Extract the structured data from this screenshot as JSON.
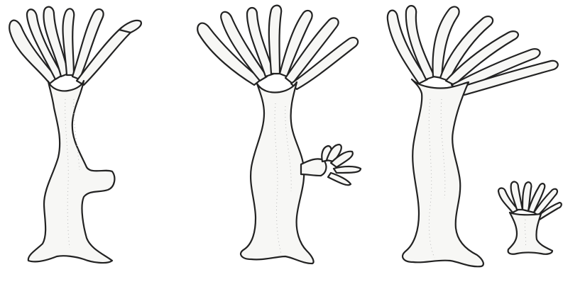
{
  "figure": {
    "background_color": "#ffffff",
    "line_color": "#222222",
    "fill_color": "#f7f7f5",
    "stages": [
      {
        "id": "stage-1",
        "description_icon": "hydra-with-bud-bump-icon"
      },
      {
        "id": "stage-2",
        "description_icon": "hydra-with-developing-bud-icon"
      },
      {
        "id": "stage-3",
        "description_icon": "hydra-with-detached-bud-icon"
      }
    ]
  }
}
